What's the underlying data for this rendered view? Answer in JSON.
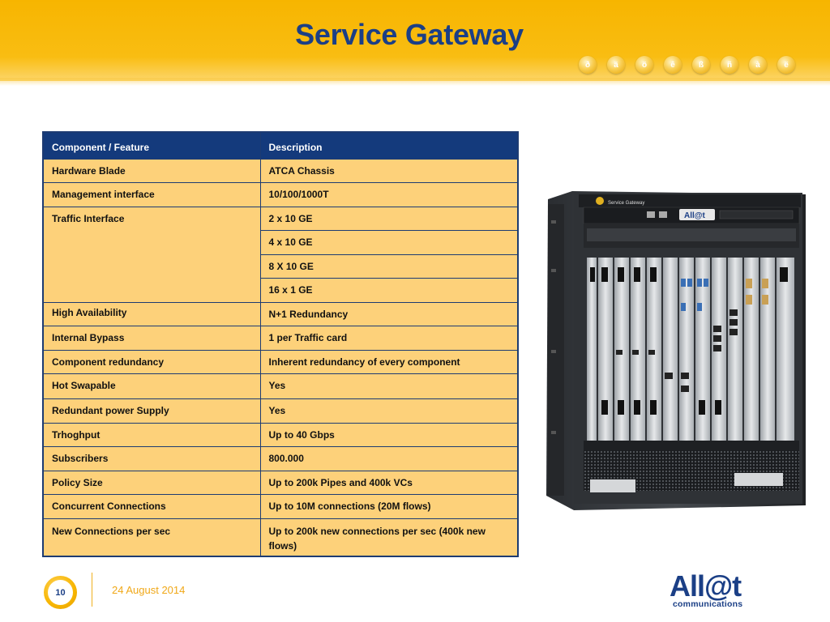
{
  "slide": {
    "title": "Service Gateway",
    "page_number": "10",
    "date": "24 August 2014"
  },
  "header_icons": [
    "ð",
    "ä",
    "ö",
    "ê",
    "ß",
    "ñ",
    "à",
    "ë"
  ],
  "table": {
    "headers": [
      "Component / Feature",
      "Description"
    ],
    "rows": [
      {
        "feature": "Hardware Blade",
        "description": "ATCA Chassis"
      },
      {
        "feature": "Management interface",
        "description": "10/100/1000T"
      },
      {
        "feature": "Traffic Interface",
        "description": "2 x 10 GE"
      },
      {
        "feature": "",
        "description": "4 x 10 GE"
      },
      {
        "feature": "",
        "description": "8  X 10 GE"
      },
      {
        "feature": "",
        "description": "16 x 1 GE"
      },
      {
        "feature": "High Availability",
        "description": "N+1 Redundancy"
      },
      {
        "feature": "Internal Bypass",
        "description": "1 per Traffic card"
      },
      {
        "feature": "Component redundancy",
        "description": "Inherent redundancy of every component"
      },
      {
        "feature": "Hot Swapable",
        "description": "Yes"
      },
      {
        "feature": "Redundant power Supply",
        "description": "Yes"
      },
      {
        "feature": "Trhoghput",
        "description": "Up to 40 Gbps"
      },
      {
        "feature": "Subscribers",
        "description": "800.000"
      },
      {
        "feature": "Policy Size",
        "description": "Up to 200k Pipes and 400k VCs"
      },
      {
        "feature": "Concurrent Connections",
        "description": "Up to 10M connections  (20M flows)"
      },
      {
        "feature": "New Connections per sec",
        "description": "Up to 200k new connections per sec (400k new flows)"
      }
    ]
  },
  "device": {
    "chassis_label": "Service Gateway",
    "brand": "All@t"
  },
  "logo": {
    "name": "All@t",
    "tagline": "communications"
  },
  "colors": {
    "header_yellow": "#f7b500",
    "title_blue": "#1b3f86",
    "table_header": "#143a7c",
    "table_cell": "#fdd17a",
    "date_orange": "#f0a818"
  }
}
